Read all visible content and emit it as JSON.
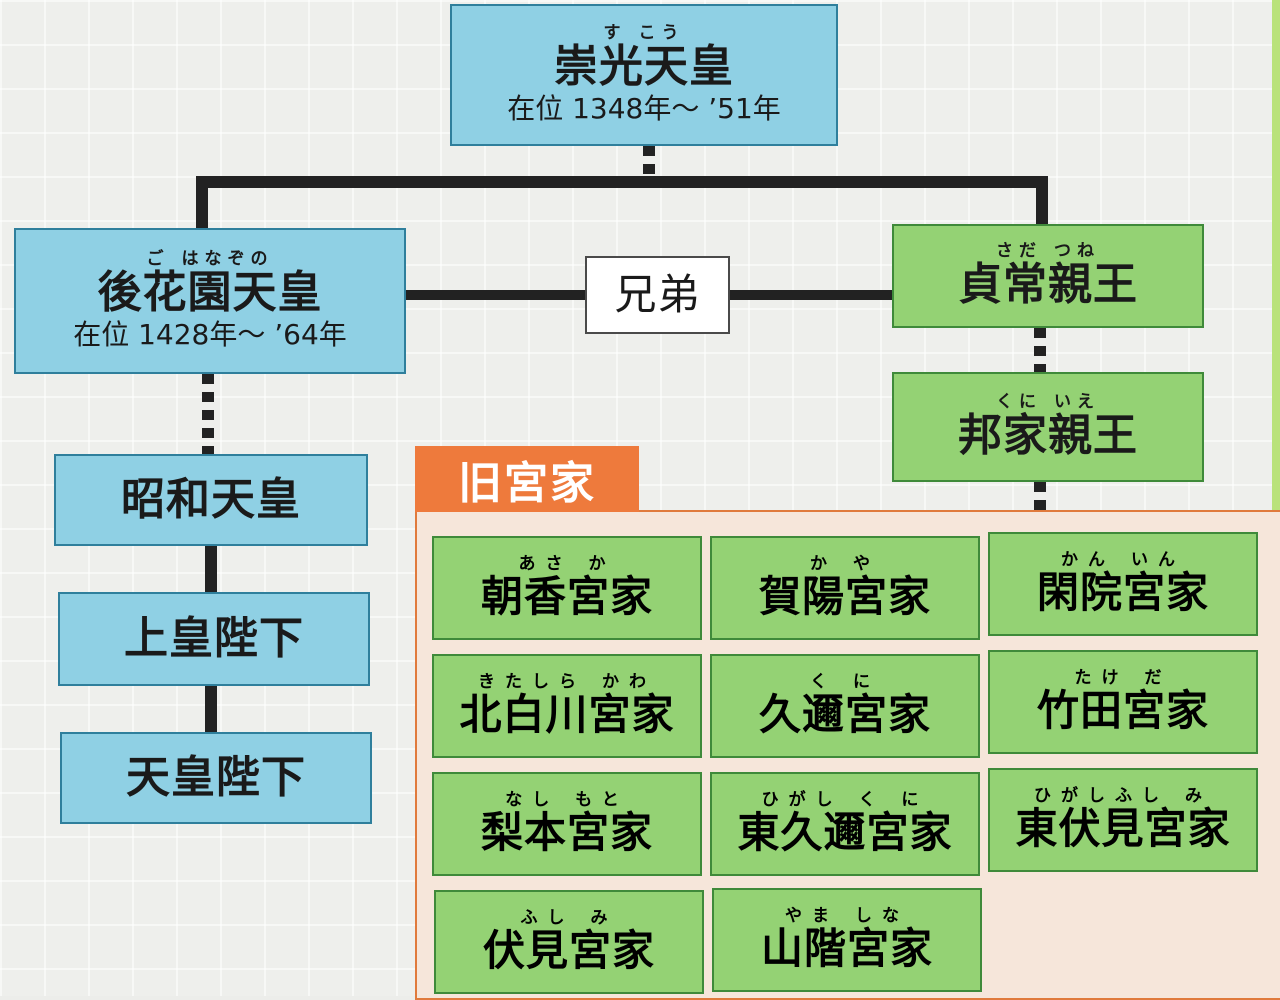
{
  "nodes": {
    "suko": {
      "ruby": "す こう",
      "name": "崇光天皇",
      "reign": "在位 1348年〜 ’51年"
    },
    "gohanazono": {
      "ruby": "ご はなぞの",
      "name": "後花園天皇",
      "reign": "在位 1428年〜 ’64年"
    },
    "brothers": {
      "name": "兄弟"
    },
    "sadatsune": {
      "ruby": "さだ つね",
      "name": "貞常親王"
    },
    "kuniie": {
      "ruby": "くに いえ",
      "name": "邦家親王"
    },
    "showa": {
      "name": "昭和天皇"
    },
    "jokou": {
      "name": "上皇陛下"
    },
    "tennou": {
      "name": "天皇陛下"
    }
  },
  "former_houses": {
    "label": "旧宮家",
    "items": [
      {
        "ruby": "あさ か",
        "name": "朝香宮家"
      },
      {
        "ruby": "か や",
        "name": "賀陽宮家"
      },
      {
        "ruby": "かん いん",
        "name": "閑院宮家"
      },
      {
        "ruby": "きたしら かわ",
        "name": "北白川宮家"
      },
      {
        "ruby": "く に",
        "name": "久邇宮家"
      },
      {
        "ruby": "たけ だ",
        "name": "竹田宮家"
      },
      {
        "ruby": "なし もと",
        "name": "梨本宮家"
      },
      {
        "ruby": "ひがし く に",
        "name": "東久邇宮家"
      },
      {
        "ruby": "ひがしふし み",
        "name": "東伏見宮家"
      },
      {
        "ruby": "ふし み",
        "name": "伏見宮家"
      },
      {
        "ruby": "やま しな",
        "name": "山階宮家"
      }
    ]
  },
  "colors": {
    "imperial": "#8fd0e4",
    "prince": "#94d274",
    "former_house_tag": "#ee7a3c"
  }
}
